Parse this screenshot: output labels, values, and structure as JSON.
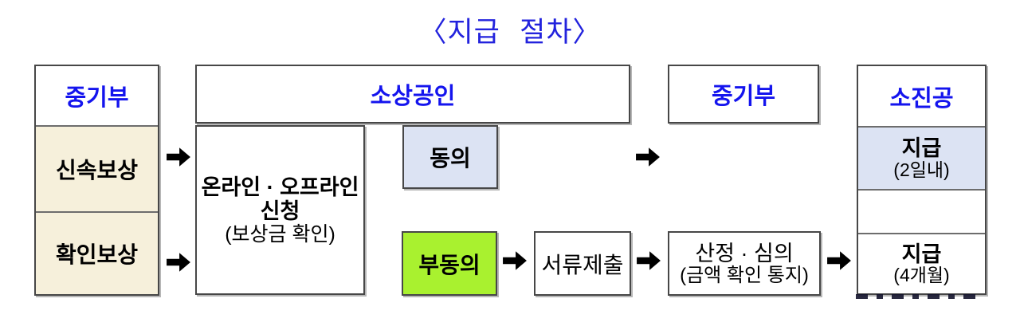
{
  "title": "〈지급  절차〉",
  "colors": {
    "accent_blue": "#1414ee",
    "title_blue": "#2323dd",
    "cream": "#f6f0db",
    "lavender": "#dce3f3",
    "green": "#a9f12f",
    "border_gray": "#474747"
  },
  "left_column": {
    "header": "중기부",
    "row_fast": "신속보상",
    "row_confirm": "확인보상"
  },
  "top_row": {
    "sosanggongin_header": "소상공인",
    "jungkibu_header": "중기부"
  },
  "apply_box": {
    "line1": "온라인 · 오프라인",
    "line2": "신청",
    "sub": "(보상금 확인)"
  },
  "agree_box": {
    "label": "동의"
  },
  "disagree_box": {
    "label": "부동의"
  },
  "docs_box": {
    "label": "서류제출"
  },
  "review_box": {
    "line1": "산정 · 심의",
    "sub": "(금액 확인 통지)"
  },
  "sojin_column": {
    "header": "소진공",
    "pay_fast": {
      "label": "지급",
      "sub": "(2일내)"
    },
    "pay_confirm": {
      "label": "지급",
      "sub": "(4개월)"
    }
  },
  "icons": {
    "flow_arrow": "➜"
  }
}
